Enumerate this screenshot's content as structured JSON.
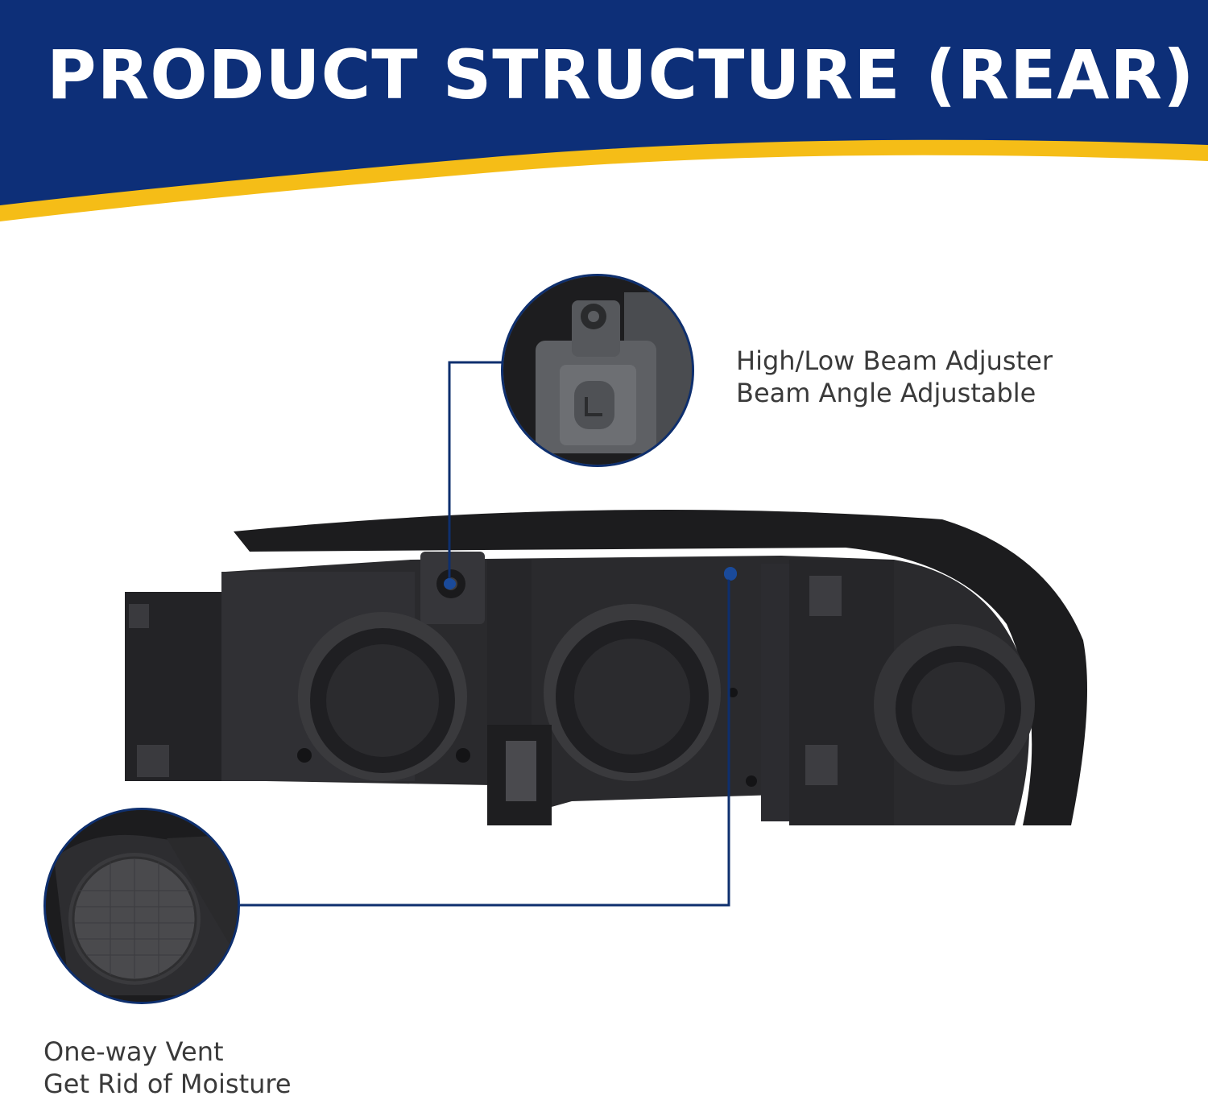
{
  "header": {
    "title": "PRODUCT STRUCTURE (REAR)",
    "colors": {
      "banner": "#0d2f78",
      "stripe": "#f5bd17",
      "text": "#ffffff"
    }
  },
  "callouts": {
    "adjuster": {
      "line1": "High/Low Beam Adjuster",
      "line2": "Beam Angle Adjustable"
    },
    "vent": {
      "line1": "One-way Vent",
      "line2": "Get Rid of Moisture"
    },
    "leader_color": "#0e2f6e"
  }
}
